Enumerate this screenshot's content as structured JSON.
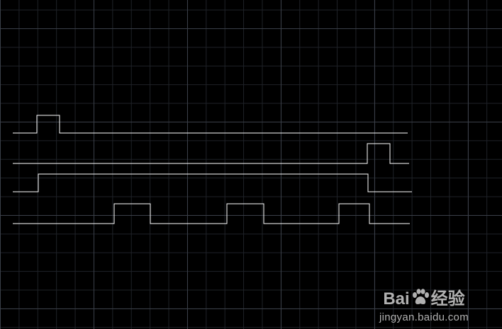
{
  "canvas": {
    "background": "#000000",
    "grid_major": "#3a3f48",
    "grid_minor": "#1f2228",
    "line_color": "#ffffff"
  },
  "signals": [
    {
      "name": "signal-1-pulse-left"
    },
    {
      "name": "signal-2-pulse-right"
    },
    {
      "name": "signal-3-long-high"
    },
    {
      "name": "signal-4-periodic-pulses"
    }
  ],
  "watermark": {
    "brand_left": "Bai",
    "brand_icon": "baidu-paw-icon",
    "brand_right": "经验",
    "url": "jingyan.baidu.com"
  }
}
